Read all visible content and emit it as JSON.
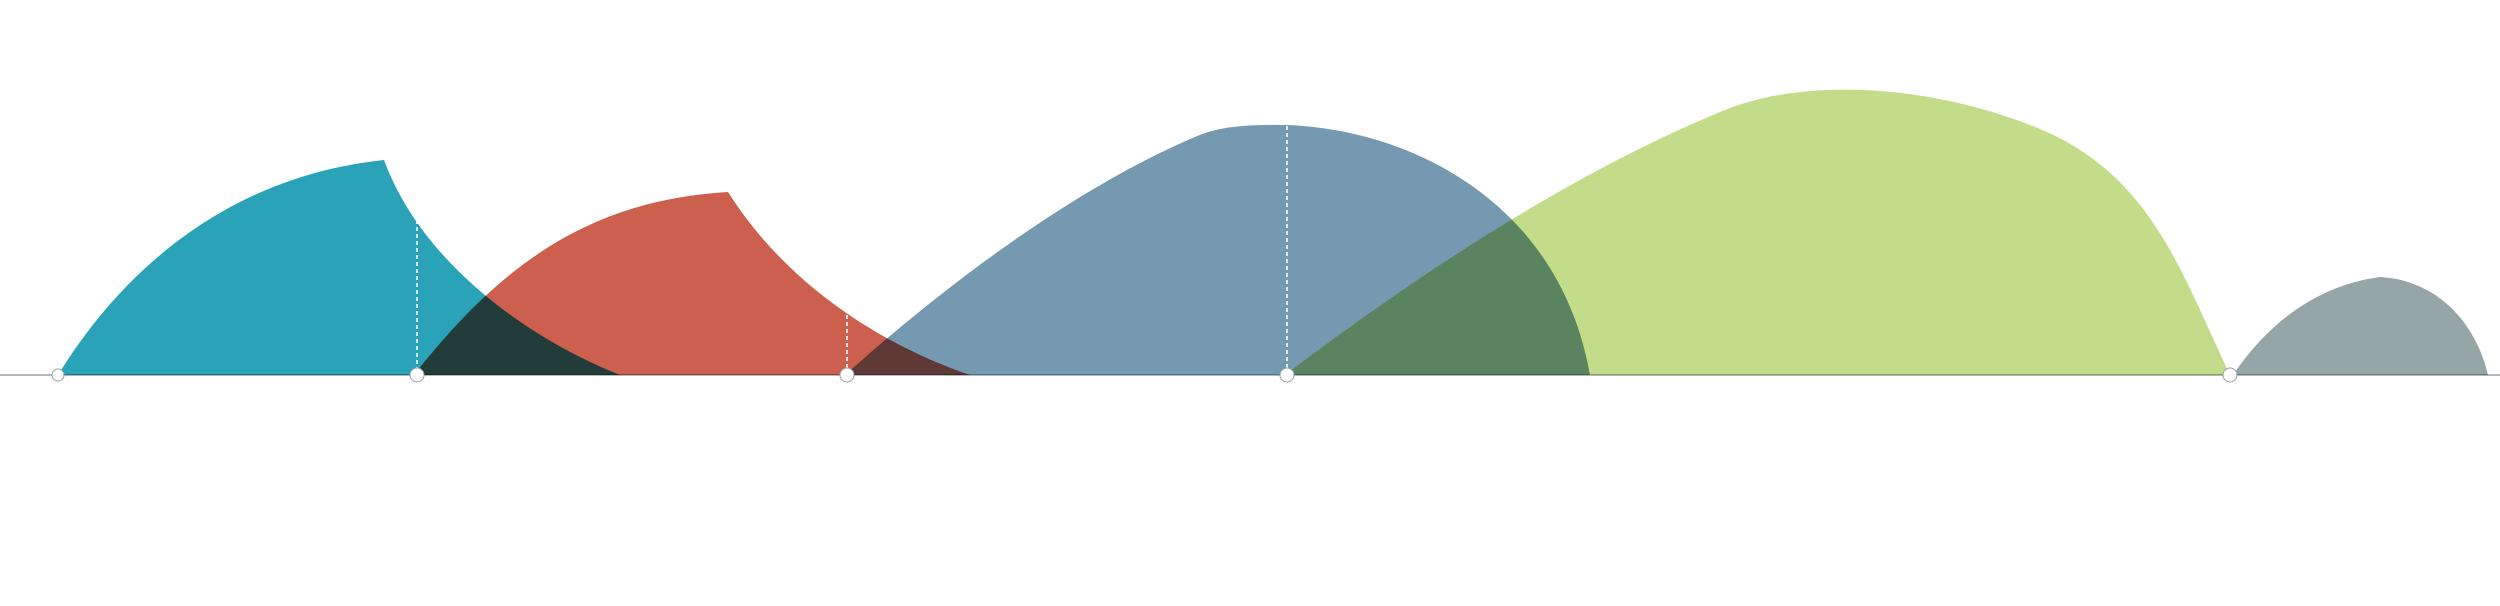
{
  "diagram": {
    "type": "overlapping-wave-timeline",
    "title": "",
    "labels": [],
    "baseline_color": "#9aa0a3",
    "marker_color": "#ffffff",
    "blend": "multiply",
    "waves": [
      {
        "id": "wave-teal",
        "color": "#2aa3b8"
      },
      {
        "id": "wave-red",
        "color": "#cc5f4e"
      },
      {
        "id": "wave-blue",
        "color": "#7599b0"
      },
      {
        "id": "wave-green",
        "color": "#c2dc89"
      },
      {
        "id": "wave-gray",
        "color": "#96a5a6"
      }
    ],
    "markers": [
      {
        "id": "marker-1"
      },
      {
        "id": "marker-2"
      },
      {
        "id": "marker-3"
      },
      {
        "id": "marker-4"
      },
      {
        "id": "marker-5"
      }
    ]
  }
}
